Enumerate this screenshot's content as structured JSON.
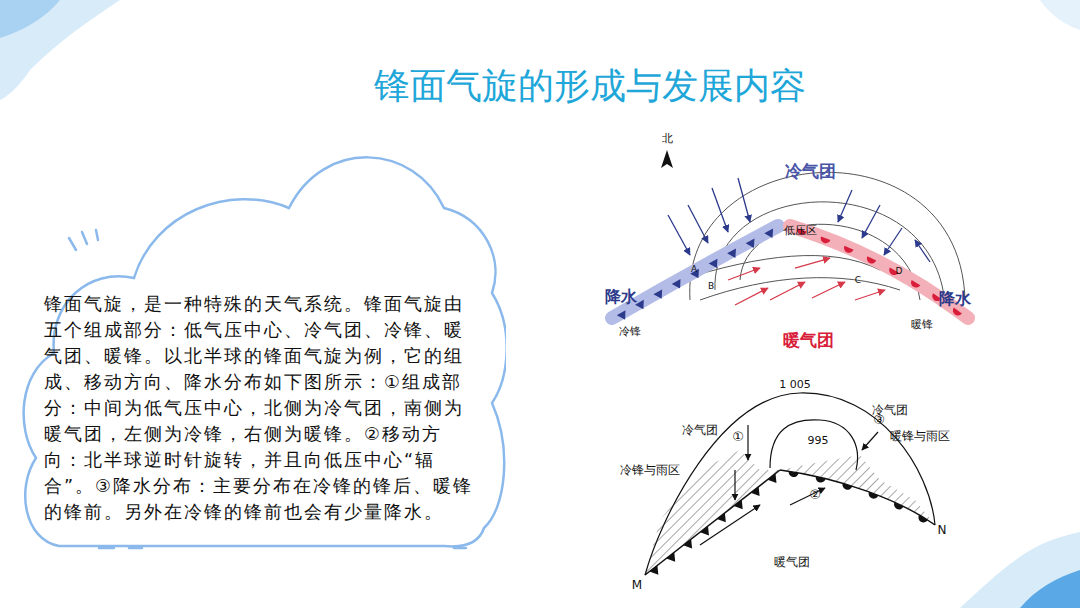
{
  "diagram": {
    "title": "锋面气旋的形成与发展内容",
    "nodes": [
      {
        "text": [
          "锋面气旋，是一种特殊的天气系统。锋面气旋由五个组成部分：低气压中心、冷气团、冷锋、暖气团、暖锋。以北半球的锋面气旋为例，它的组成、移动方向、降水分布如下图所示：①组成部分：中间为低气压中心，北侧为冷气团，南侧为暖气团，左侧为冷锋，右侧为暖锋。②移动方向：北半球逆时针旋转，并且向低压中心“辐合”。③降水分布：主要分布在冷锋的锋后、暖锋的锋前。另外在冷锋的锋前也会有少量降水。"
        ]
      }
    ],
    "labels": [
      "北",
      "冷气团",
      "低压区",
      "降水",
      "A",
      "B",
      "C",
      "D",
      "降水",
      "冷锋",
      "暖气团",
      "暖锋",
      "1 005",
      "冷气团",
      "冷气团",
      "995",
      "①",
      "③",
      "冷锋与雨区",
      "暖锋与雨区",
      "②",
      "暖气团",
      "M",
      "N"
    ]
  }
}
